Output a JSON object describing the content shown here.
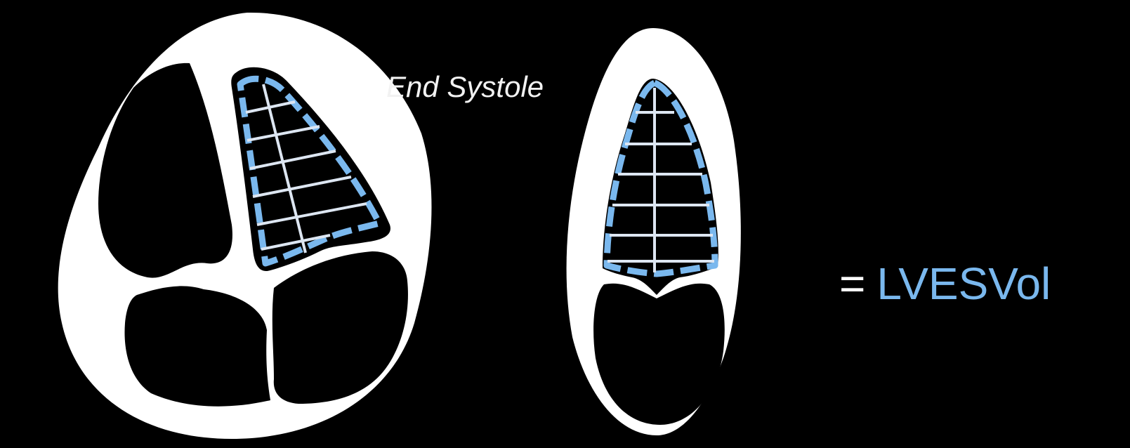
{
  "labels": {
    "phase": "End Systole",
    "equals": "=",
    "result": "LVESVol"
  },
  "colors": {
    "background": "#000000",
    "wall": "#ffffff",
    "chamber": "#000000",
    "outline": "#7ab8ee",
    "grid": "#dde6f2",
    "result_text": "#7ab8ee"
  },
  "icons": {
    "four_chamber_view": "apical-four-chamber-heart",
    "two_chamber_view": "apical-two-chamber-heart"
  }
}
